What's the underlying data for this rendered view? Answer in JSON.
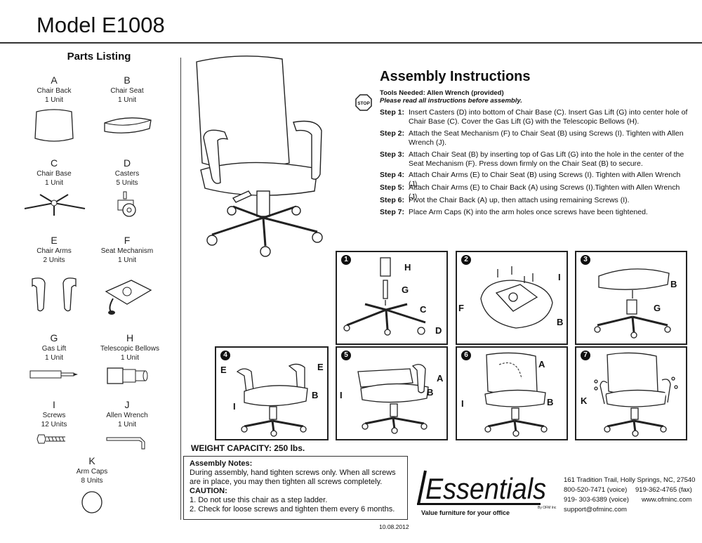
{
  "title": "Model E1008",
  "parts_listing": {
    "heading": "Parts Listing",
    "parts": [
      {
        "letter": "A",
        "name": "Chair Back",
        "qty": "1 Unit"
      },
      {
        "letter": "B",
        "name": "Chair Seat",
        "qty": "1 Unit"
      },
      {
        "letter": "C",
        "name": "Chair Base",
        "qty": "1 Unit"
      },
      {
        "letter": "D",
        "name": "Casters",
        "qty": "5 Units"
      },
      {
        "letter": "E",
        "name": "Chair Arms",
        "qty": "2 Units"
      },
      {
        "letter": "F",
        "name": "Seat Mechanism",
        "qty": "1 Unit"
      },
      {
        "letter": "G",
        "name": "Gas Lift",
        "qty": "1 Unit"
      },
      {
        "letter": "H",
        "name": "Telescopic Bellows",
        "qty": "1 Unit"
      },
      {
        "letter": "I",
        "name": "Screws",
        "qty": "12 Units"
      },
      {
        "letter": "J",
        "name": "Allen Wrench",
        "qty": "1 Unit"
      },
      {
        "letter": "K",
        "name": "Arm Caps",
        "qty": "8 Units"
      }
    ]
  },
  "assembly": {
    "heading": "Assembly Instructions",
    "tools": "Tools Needed: Allen Wrench (provided)",
    "note": "Please read all instructions before assembly.",
    "stop_sign": "STOP",
    "steps": [
      {
        "label": "Step 1:",
        "text": "Insert Casters (D) into bottom of Chair Base (C). Insert Gas Lift (G) into center hole of Chair Base (C). Cover the Gas Lift (G) with the Telescopic Bellows (H)."
      },
      {
        "label": "Step 2:",
        "text": "Attach the Seat Mechanism (F) to Chair Seat (B) using Screws (I). Tighten with Allen Wrench (J)."
      },
      {
        "label": "Step 3:",
        "text": "Attach Chair Seat (B) by inserting top of Gas Lift (G) into the hole in the center of the Seat Mechanism (F). Press down firmly on the Chair Seat (B) to secure."
      },
      {
        "label": "Step 4:",
        "text": "Attach Chair Arms (E) to Chair Seat (B) using Screws (I). Tighten with Allen Wrench (J)."
      },
      {
        "label": "Step 5:",
        "text": "Attach Chair Arms (E) to Chair Back (A) using Screws (I).Tighten with Allen Wrench (J)."
      },
      {
        "label": "Step 6:",
        "text": "Pivot the Chair Back (A) up, then attach using remaining Screws (I)."
      },
      {
        "label": "Step 7:",
        "text": "Place Arm Caps (K) into the arm holes once screws have been tightened."
      }
    ]
  },
  "diagrams": [
    {
      "num": "1",
      "labels": [
        "H",
        "G",
        "C",
        "D"
      ]
    },
    {
      "num": "2",
      "labels": [
        "I",
        "F",
        "B"
      ]
    },
    {
      "num": "3",
      "labels": [
        "B",
        "G"
      ]
    },
    {
      "num": "4",
      "labels": [
        "E",
        "E",
        "B",
        "I"
      ]
    },
    {
      "num": "5",
      "labels": [
        "A",
        "I",
        "B"
      ]
    },
    {
      "num": "6",
      "labels": [
        "A",
        "I",
        "B"
      ]
    },
    {
      "num": "7",
      "labels": [
        "K"
      ]
    }
  ],
  "weight_capacity": "WEIGHT CAPACITY: 250 lbs.",
  "notes": {
    "heading": "Assembly Notes:",
    "body": "During assembly, hand tighten screws only. When all screws are in place, you may then tighten all screws completely.",
    "caution": "CAUTION:",
    "items": [
      "1. Do not use this chair as a step ladder.",
      "2. Check for loose screws and tighten them every 6 months."
    ]
  },
  "date": "10.08.2012",
  "brand": {
    "logo_text": "Essentials",
    "logo_sub": "By OFM Inc",
    "tagline": "Value furniture for your office",
    "address": "161 Tradition Trail,  Holly Springs, NC, 27540",
    "phone1": "800-520-7471 (voice)",
    "fax": "919-362-4765 (fax)",
    "phone2": "919- 303-6389 (voice)",
    "web": "www.ofminc.com",
    "email": "support@ofminc.com"
  }
}
